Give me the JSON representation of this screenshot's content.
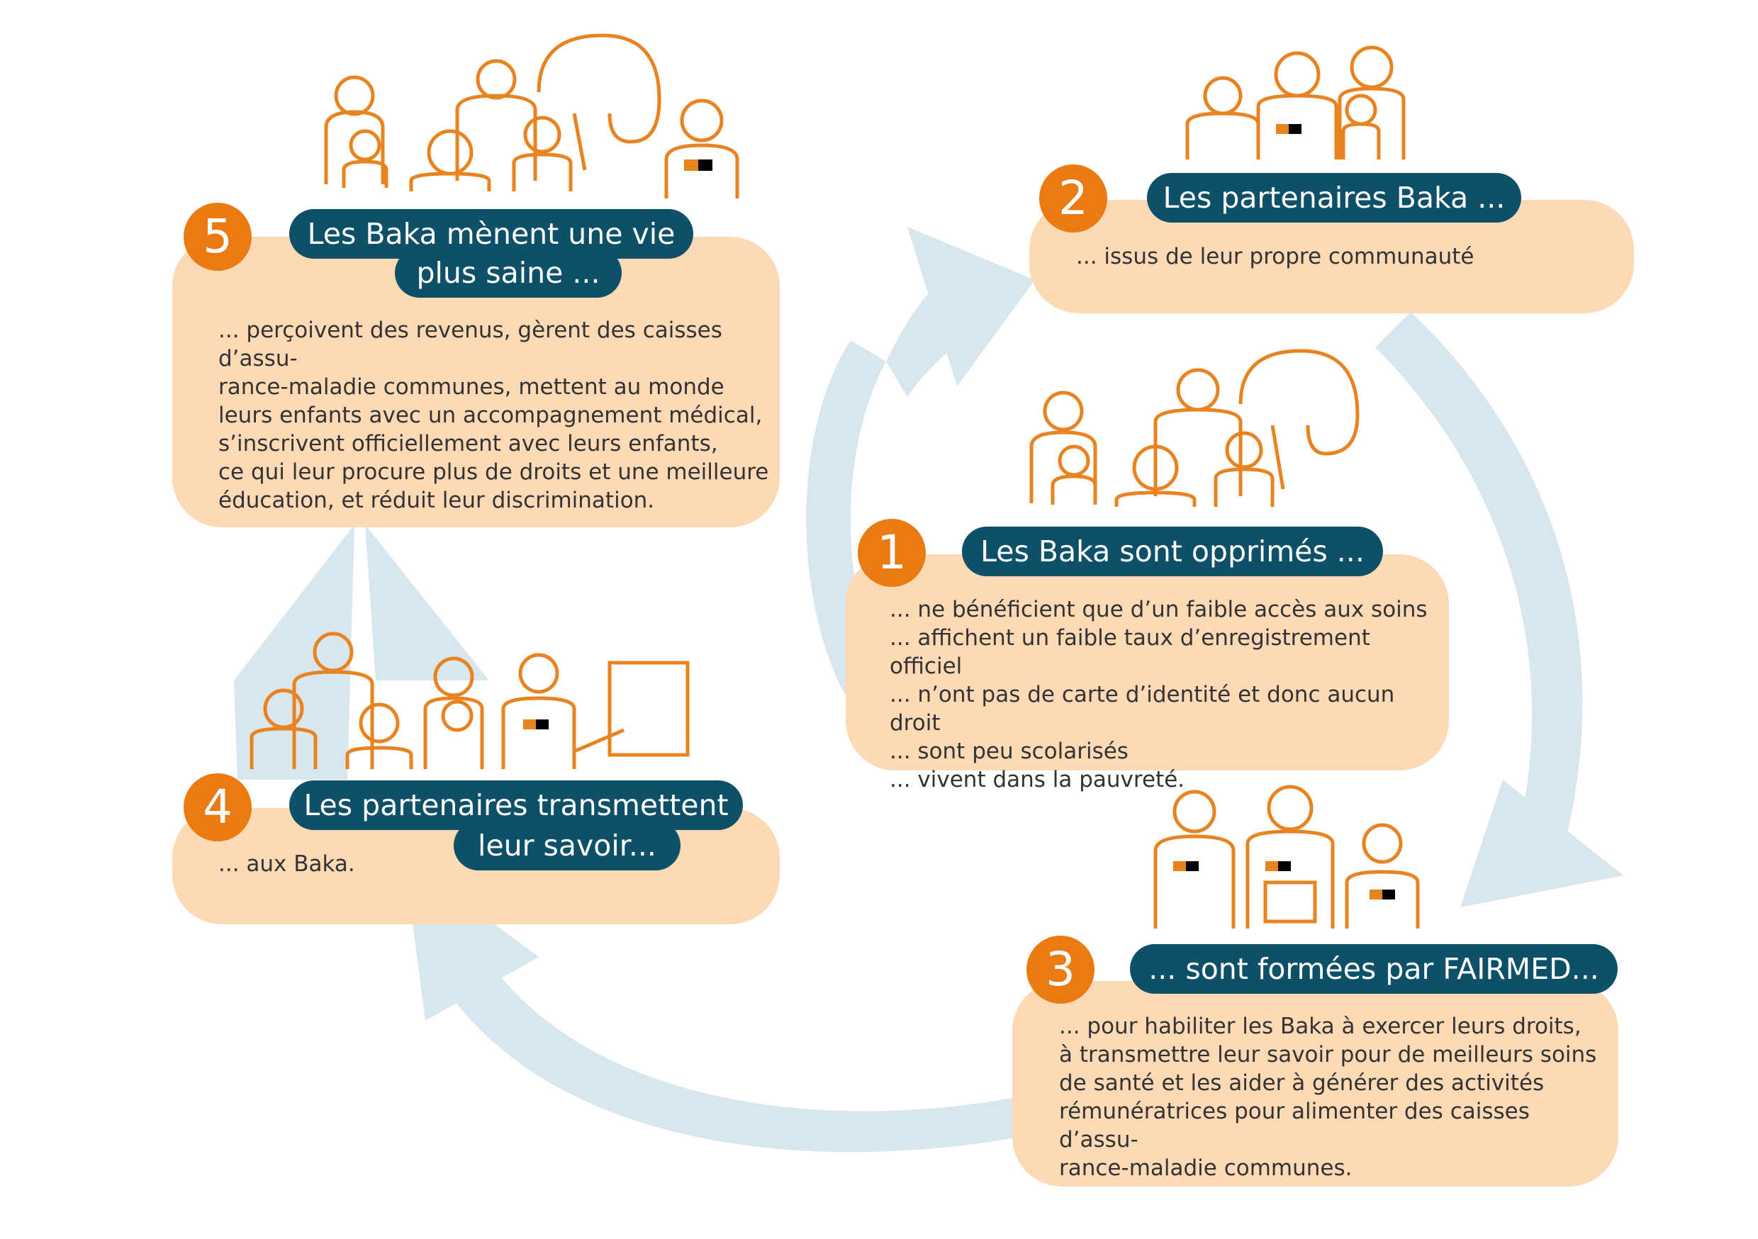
{
  "colors": {
    "box_fill": "#fdd9b5",
    "pill_fill": "#0e5068",
    "badge_fill": "#ea7a12",
    "icon_stroke": "#e8831f",
    "arrow_fill": "#d8e6ee",
    "text": "#333333"
  },
  "steps": {
    "s1": {
      "number": "1",
      "title": "Les Baka sont opprimés ...",
      "text": "... ne bénéficient que d’un faible accès aux soins\n... affichent un faible taux d’enregistrement officiel\n... n’ont pas de carte d’identité et donc aucun droit\n... sont peu scolarisés\n... vivent dans la pauvreté.",
      "icon": "sad-family-icon"
    },
    "s2": {
      "number": "2",
      "title": "Les partenaires Baka ...",
      "text": "... issus de leur propre communauté",
      "icon": "partners-group-icon"
    },
    "s3": {
      "number": "3",
      "title": "... sont formées par FAIRMED...",
      "text": "... pour habiliter les Baka à exercer leurs droits,\nà transmettre leur savoir pour de meilleurs soins\nde santé et les aider à générer des activités\nrémunératrices pour alimenter des caisses d’assu-\nrance-maladie communes.",
      "icon": "training-group-icon"
    },
    "s4": {
      "number": "4",
      "title_line1": "Les partenaires transmettent",
      "title_line2": "leur savoir...",
      "text": "... aux Baka.",
      "icon": "teaching-group-icon"
    },
    "s5": {
      "number": "5",
      "title_line1": "Les Baka mènent une vie",
      "title_line2": "plus saine ...",
      "text": "... perçoivent des revenus, gèrent des caisses d’assu-\nrance-maladie communes, mettent au monde\nleurs enfants avec un accompagnement médical,\ns’inscrivent officiellement avec leurs enfants,\nce qui leur procure plus de droits et une meilleure\néducation, et réduit leur discrimination.",
      "icon": "happy-family-icon"
    }
  }
}
